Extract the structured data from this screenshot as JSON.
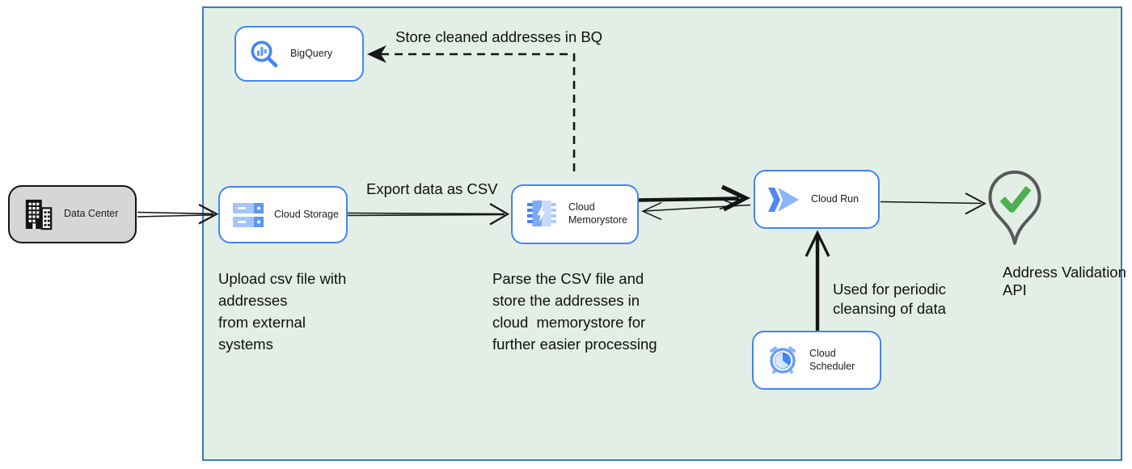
{
  "diagram": {
    "type": "cloud-architecture-flow",
    "nodes": {
      "data_center": {
        "label": "Data Center",
        "icon": "building-icon"
      },
      "bigquery": {
        "label": "BigQuery",
        "icon": "bigquery-magnifier-icon"
      },
      "cloud_storage": {
        "label": "Cloud Storage",
        "icon": "cloud-storage-icon"
      },
      "cloud_memorystore": {
        "label": "Cloud Memorystore",
        "icon": "memorystore-chip-icon"
      },
      "cloud_run": {
        "label": "Cloud Run",
        "icon": "cloud-run-icon"
      },
      "cloud_scheduler": {
        "label": "Cloud Scheduler",
        "icon": "alarm-clock-icon"
      },
      "address_validation_api": {
        "label": "Address Validation API",
        "icon": "location-pin-check-icon"
      }
    },
    "annotations": {
      "store_bq": "Store cleaned addresses in BQ",
      "export_csv": "Export data as CSV",
      "upload_note": "Upload csv file with\naddresses\nfrom external\nsystems",
      "parse_note": "Parse the CSV file and\nstore the addresses in\ncloud  memorystore for\nfurther easier processing",
      "scheduler_note": "Used for periodic\ncleansing of data"
    },
    "edges": [
      {
        "from": "data_center",
        "to": "cloud_storage",
        "style": "double-line-open-arrow"
      },
      {
        "from": "cloud_storage",
        "to": "cloud_memorystore",
        "style": "double-line-open-arrow",
        "label": "Export data as CSV"
      },
      {
        "from": "cloud_memorystore",
        "to": "cloud_run",
        "style": "thick-open-arrow"
      },
      {
        "from": "cloud_run",
        "to": "cloud_memorystore",
        "style": "thin-open-arrow"
      },
      {
        "from": "cloud_run",
        "to": "address_validation_api",
        "style": "thin-open-arrow"
      },
      {
        "from": "cloud_scheduler",
        "to": "cloud_run",
        "style": "thick-open-arrow",
        "label": "Used for periodic cleansing of data"
      },
      {
        "from": "cloud_memorystore",
        "to": "bigquery",
        "style": "dashed-solid-head",
        "label": "Store cleaned addresses in BQ"
      }
    ],
    "colors": {
      "container_fill": "#e3efe6",
      "container_border": "#3c79b8",
      "node_border": "#4285f4",
      "node_fill": "#ffffff",
      "datacenter_fill": "#d6d6d6",
      "datacenter_border": "#141414",
      "arrow": "#151515",
      "icon_blue": "#4285f4",
      "icon_blue_light": "#aecbfa",
      "check_green": "#4caf50",
      "pin_outline_gray": "#58595b"
    }
  }
}
